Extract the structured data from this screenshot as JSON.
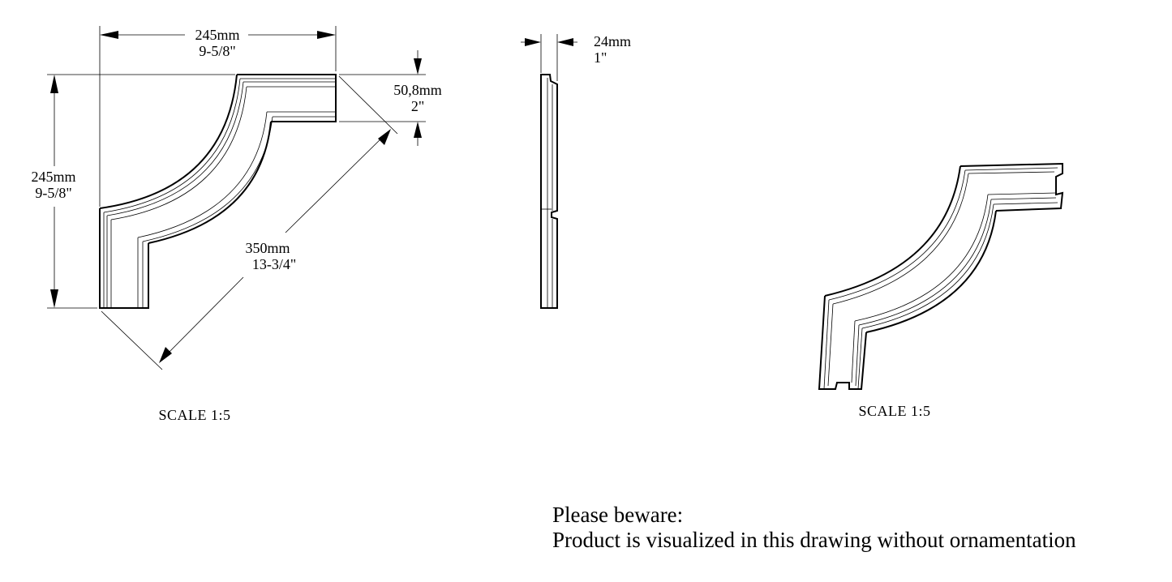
{
  "front_view": {
    "width_mm": "245mm",
    "width_in": "9-5/8\"",
    "height_mm": "245mm",
    "height_in": "9-5/8\"",
    "profile_width_mm": "50,8mm",
    "profile_width_in": "2\"",
    "diagonal_mm": "350mm",
    "diagonal_in": "13-3/4\"",
    "scale": "SCALE  1:5"
  },
  "side_view": {
    "thickness_mm": "24mm",
    "thickness_in": "1\""
  },
  "iso_view": {
    "scale": "SCALE  1:5"
  },
  "note": {
    "line1": "Please beware:",
    "line2": "Product is visualized in this drawing without ornamentation"
  }
}
